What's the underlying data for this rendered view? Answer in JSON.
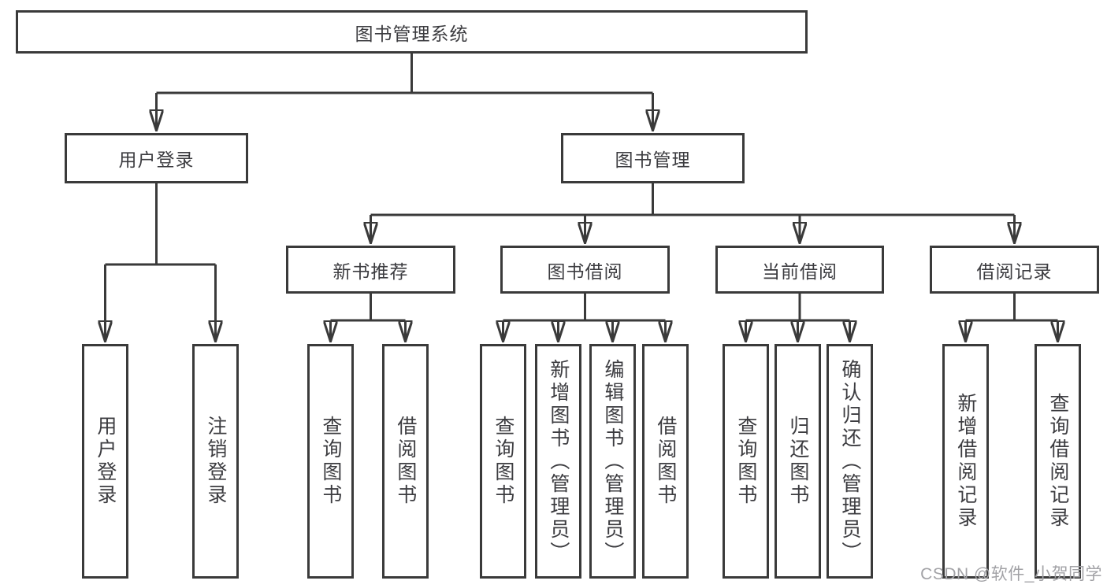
{
  "diagram": {
    "root": "图书管理系统",
    "branches": [
      {
        "label": "用户登录",
        "children": [
          {
            "label": "用户登录"
          },
          {
            "label": "注销登录"
          }
        ]
      },
      {
        "label": "图书管理",
        "children": [
          {
            "label": "新书推荐",
            "children": [
              {
                "label": "查询图书"
              },
              {
                "label": "借阅图书"
              }
            ]
          },
          {
            "label": "图书借阅",
            "children": [
              {
                "label": "查询图书"
              },
              {
                "label": "新增图书（管理员）"
              },
              {
                "label": "编辑图书（管理员）"
              },
              {
                "label": "借阅图书"
              }
            ]
          },
          {
            "label": "当前借阅",
            "children": [
              {
                "label": "查询图书"
              },
              {
                "label": "归还图书"
              },
              {
                "label": "确认归还（管理员）"
              }
            ]
          },
          {
            "label": "借阅记录",
            "children": [
              {
                "label": "新增借阅记录"
              },
              {
                "label": "查询借阅记录"
              }
            ]
          }
        ]
      }
    ]
  },
  "watermark": "CSDN @软件_小贺同学",
  "colors": {
    "line": "#3a3a3a",
    "box_border": "#3a3a3a",
    "text": "#3c3c40",
    "background": "#ffffff",
    "watermark": "#a2a2a6"
  }
}
